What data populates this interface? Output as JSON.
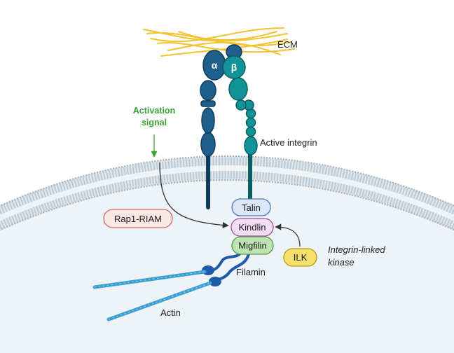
{
  "labels": {
    "ecm": "ECM",
    "alpha": "α",
    "beta": "β",
    "activation_line1": "Activation",
    "activation_line2": "signal",
    "active_integrin": "Active integrin",
    "talin": "Talin",
    "kindlin": "Kindlin",
    "migfilin": "Migfilin",
    "rap1": "Rap1-RIAM",
    "ilk": "ILK",
    "ilk_full_line1": "Integrin-linked",
    "ilk_full_line2": "kinase",
    "filamin": "Filamin",
    "actin": "Actin"
  },
  "colors": {
    "alpha_subunit": "#1e5f8c",
    "beta_subunit": "#12939a",
    "ecm_fiber": "#f2c230",
    "membrane": "#b9c6d0",
    "cytoplasm": "#eef3f7",
    "activation_signal": "#3aa335",
    "talin_fill": "#dbe7f7",
    "kindlin_fill": "#f3ddf3",
    "migfilin_fill": "#bfe3b4",
    "rap1_fill": "#fbe8e4",
    "ilk_fill": "#f7df6d",
    "filamin": "#1e5aa8",
    "actin": "#3aa0cf"
  }
}
